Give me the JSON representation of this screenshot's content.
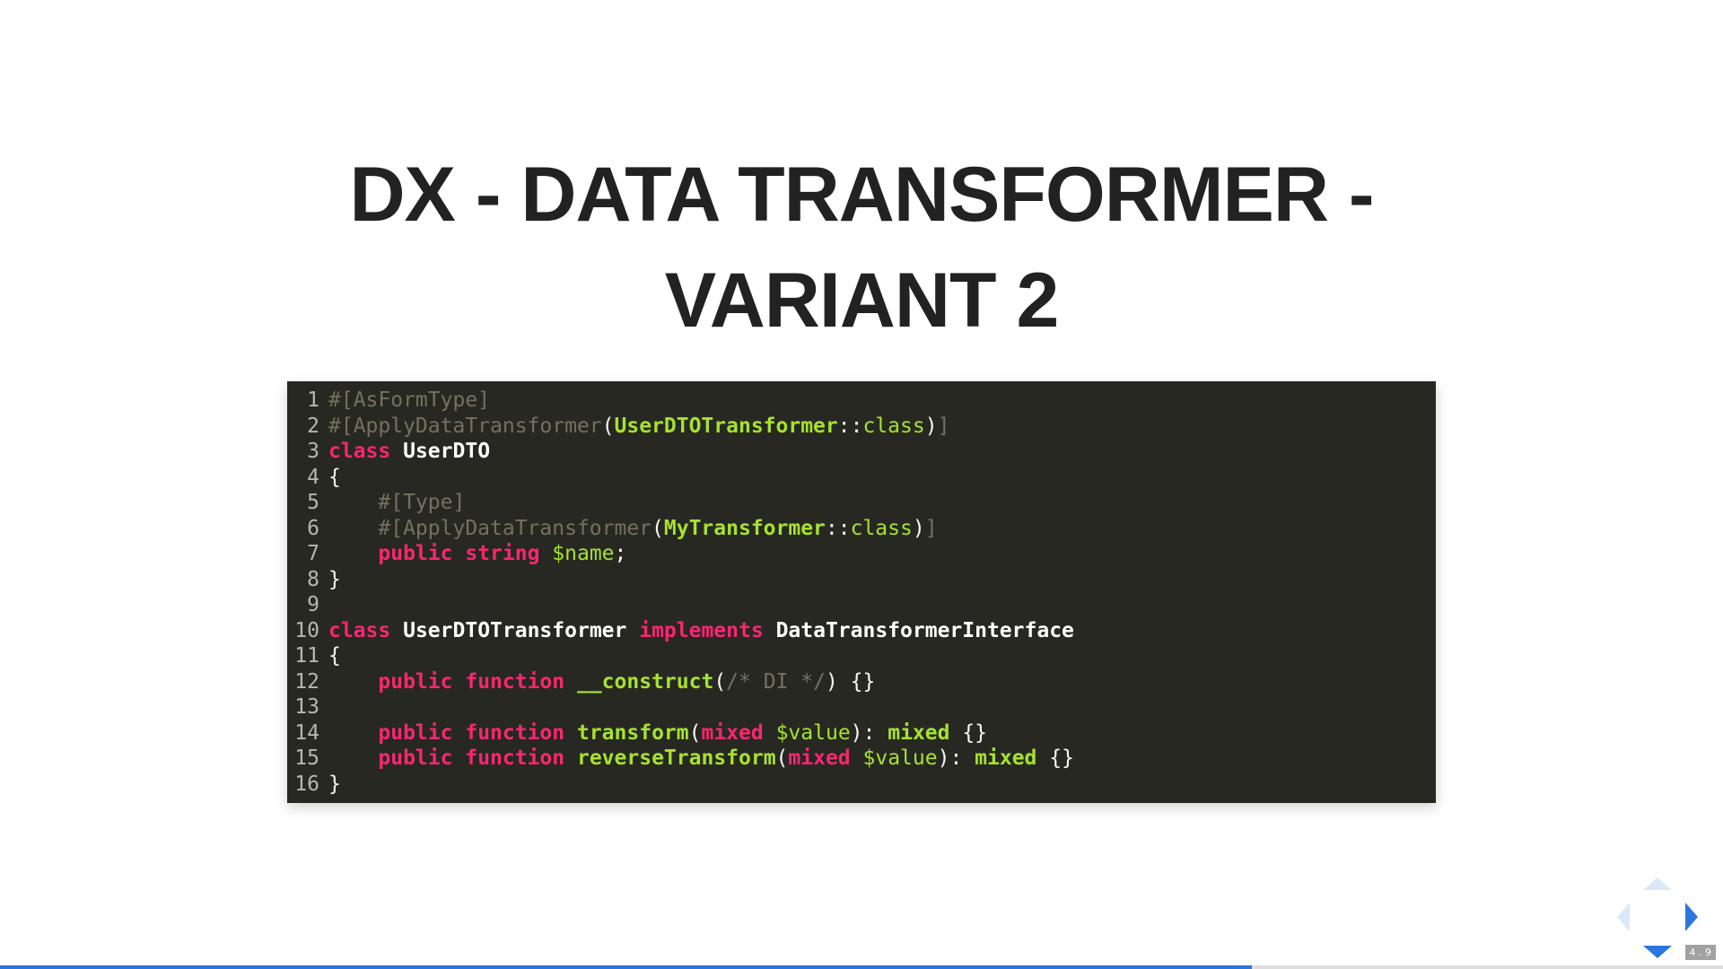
{
  "slide": {
    "title_line1": "DX - DATA TRANSFORMER -",
    "title_line2": "VARIANT 2"
  },
  "code": {
    "lines": [
      {
        "n": "1"
      },
      {
        "n": "2"
      },
      {
        "n": "3"
      },
      {
        "n": "4"
      },
      {
        "n": "5"
      },
      {
        "n": "6"
      },
      {
        "n": "7"
      },
      {
        "n": "8"
      },
      {
        "n": "9"
      },
      {
        "n": "10"
      },
      {
        "n": "11"
      },
      {
        "n": "12"
      },
      {
        "n": "13"
      },
      {
        "n": "14"
      },
      {
        "n": "15"
      },
      {
        "n": "16"
      }
    ],
    "t": {
      "l1_attr": "#[AsFormType]",
      "l2_attr_open": "#[ApplyDataTransformer",
      "l2_paren_open": "(",
      "l2_class": "UserDTOTransformer",
      "l2_sep": "::",
      "l2_classkw": "class",
      "l2_paren_close": ")",
      "l2_attr_close": "]",
      "l3_kw": "class",
      "l3_name": "UserDTO",
      "brace_open": "{",
      "brace_close": "}",
      "indent": "    ",
      "l5_attr": "#[Type]",
      "l6_attr_open": "#[ApplyDataTransformer",
      "l6_paren_open": "(",
      "l6_class": "MyTransformer",
      "l6_sep": "::",
      "l6_classkw": "class",
      "l6_paren_close": ")",
      "l6_attr_close": "]",
      "l7_public": "public",
      "l7_type": "string",
      "l7_var": "$name",
      "semicolon": ";",
      "l10_kw": "class",
      "l10_name": "UserDTOTransformer",
      "l10_impl": "implements",
      "l10_iface": "DataTransformerInterface",
      "public": "public",
      "function": "function",
      "l12_name": "__construct",
      "l12_comment": "/* DI */",
      "l14_name": "transform",
      "l15_name": "reverseTransform",
      "mixed": "mixed",
      "value_var": "$value",
      "ret_sep": "): ",
      "empty_body": "{}",
      "paren_open": "(",
      "paren_close": ")"
    }
  },
  "navigation": {
    "slide_number": "4 . 9",
    "progress_fraction": 0.7265
  }
}
